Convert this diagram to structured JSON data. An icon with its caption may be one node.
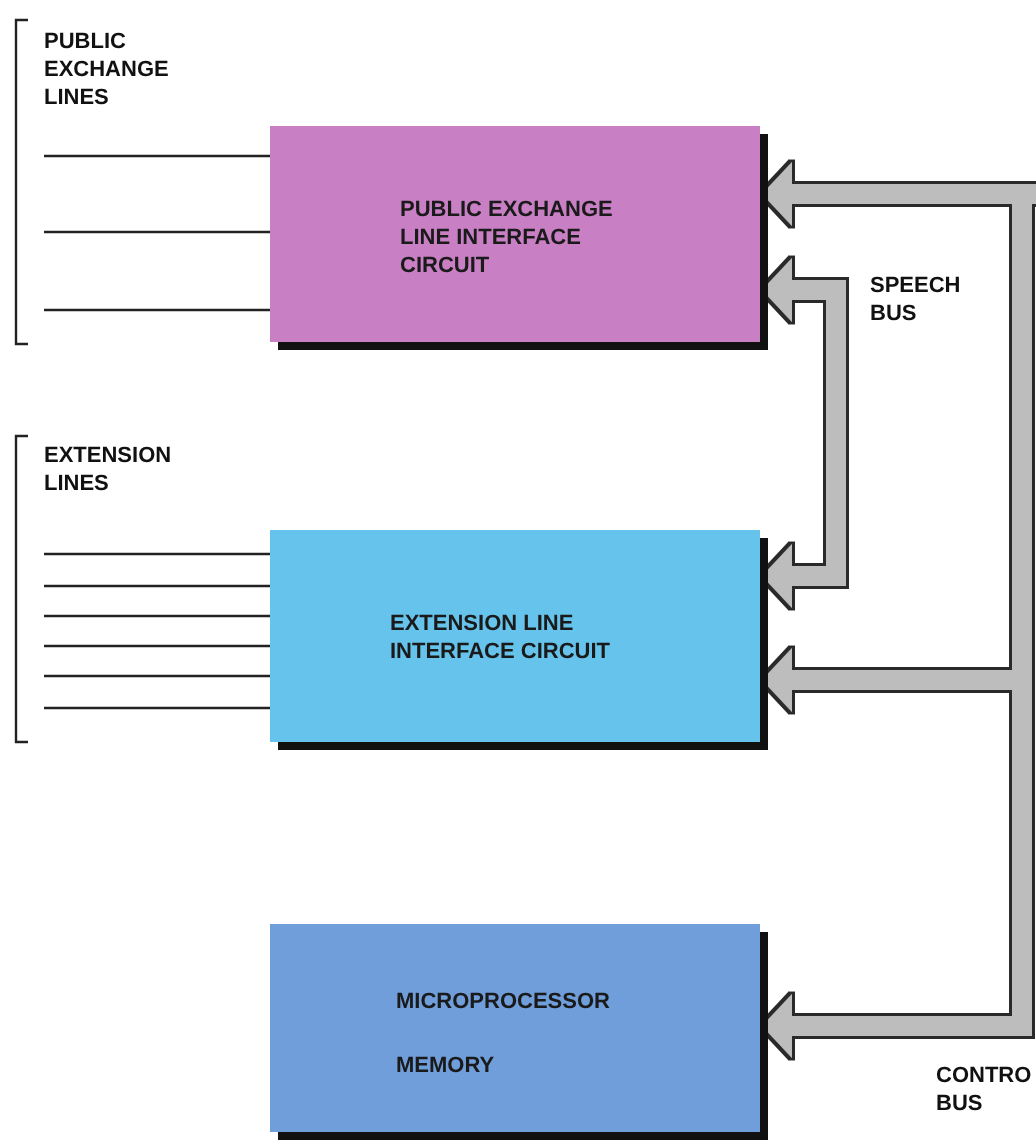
{
  "diagram": {
    "nodes": [
      {
        "text": [
          "PUBLIC EXCHANGE LINE INTERFACE CIRCUIT"
        ]
      },
      {
        "text": [
          "EXTENSION LINE INTERFACE CIRCUIT"
        ]
      },
      {
        "text": [
          "MICROPROCESSOR",
          "MEMORY"
        ]
      }
    ],
    "edges": [
      {
        "from": null,
        "to": 0,
        "arrow": "none"
      },
      {
        "from": null,
        "to": 0,
        "arrow": "none"
      },
      {
        "from": null,
        "to": 0,
        "arrow": "none"
      },
      {
        "from": null,
        "to": 1,
        "arrow": "none"
      },
      {
        "from": null,
        "to": 1,
        "arrow": "none"
      },
      {
        "from": null,
        "to": 1,
        "arrow": "none"
      },
      {
        "from": null,
        "to": 1,
        "arrow": "none"
      },
      {
        "from": null,
        "to": 1,
        "arrow": "none"
      },
      {
        "from": null,
        "to": 1,
        "arrow": "none"
      },
      {
        "from": 0,
        "to": 1,
        "arrow": "both",
        "style": "thick",
        "color": "#bdbdbd"
      },
      {
        "from": null,
        "to": 0,
        "arrow": "to",
        "style": "thick",
        "color": "#bdbdbd"
      },
      {
        "from": null,
        "to": 1,
        "arrow": "to",
        "style": "thick",
        "color": "#bdbdbd"
      },
      {
        "from": null,
        "to": 2,
        "arrow": "to",
        "style": "thick",
        "color": "#bdbdbd"
      }
    ],
    "labels": [
      "PUBLIC EXCHANGE LINES",
      "EXTENSION LINES",
      "SPEECH BUS",
      "CONTRO BUS"
    ]
  }
}
